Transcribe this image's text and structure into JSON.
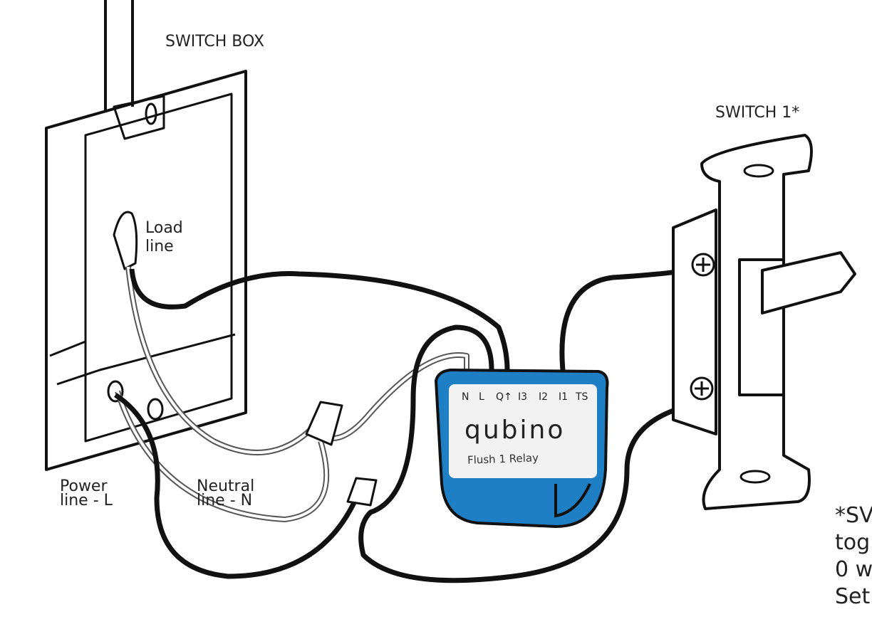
{
  "labels": {
    "switch_box": "SWITCH BOX",
    "switch_1": "SWITCH 1*",
    "load_line": [
      "Load",
      "line"
    ],
    "power_line": [
      "Power",
      "line - L"
    ],
    "neutral_line": [
      "Neutral",
      "line - N"
    ]
  },
  "device": {
    "brand": "qubino",
    "model": "Flush 1 Relay",
    "terminals": [
      "N",
      "L",
      "Q↑",
      "I3",
      "I2",
      "I1",
      "TS"
    ],
    "body_color": "#1e7fc4"
  },
  "footnote_fragments": [
    "*SV",
    "tog",
    "0 w",
    "Set"
  ]
}
